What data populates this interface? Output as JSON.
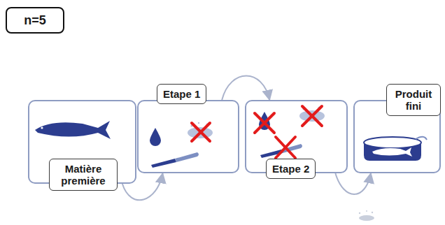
{
  "diagram": {
    "nodes": [
      {
        "text": [
          "n=5"
        ]
      },
      {
        "text": [
          "Matière première"
        ]
      },
      {
        "text": [
          "Etape 1"
        ]
      },
      {
        "text": [
          "Etape 2"
        ]
      },
      {
        "text": [
          "Produit fini"
        ]
      }
    ],
    "edges": [
      {
        "from": 1,
        "to": 2,
        "arrow": "to"
      },
      {
        "from": 2,
        "to": 3,
        "arrow": "to"
      },
      {
        "from": 3,
        "to": 4,
        "arrow": "to"
      }
    ]
  }
}
